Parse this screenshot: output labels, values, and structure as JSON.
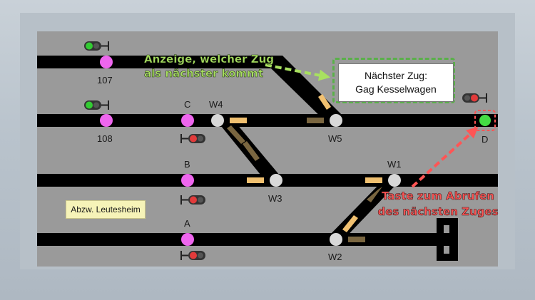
{
  "station": {
    "name": "Abzw. Leutesheim"
  },
  "next_train": {
    "title": "Nächster Zug:",
    "value": "Gag Kesselwagen"
  },
  "annotations": {
    "display": [
      "Anzeige, welcher Zug",
      "als nächster kommt"
    ],
    "button": [
      "Taste zum Abrufen",
      "des nächsten Zuges"
    ]
  },
  "tracks": {
    "t107": "107",
    "t108": "108",
    "a": "A",
    "b": "B",
    "c": "C",
    "d": "D"
  },
  "switches": {
    "w1": "W1",
    "w2": "W2",
    "w3": "W3",
    "w4": "W4",
    "w5": "W5"
  },
  "colors": {
    "panel": "#9a9a9a",
    "track": "#000000",
    "stop_dot": "#ee66ee",
    "button_green": "#44dd44",
    "signal_green": "#33cc33",
    "signal_red": "#e23b3b",
    "route_lit": "#f0c070",
    "route_dark": "#7a6640",
    "annotation_green": "#a8e060",
    "annotation_red": "#ff5555"
  }
}
